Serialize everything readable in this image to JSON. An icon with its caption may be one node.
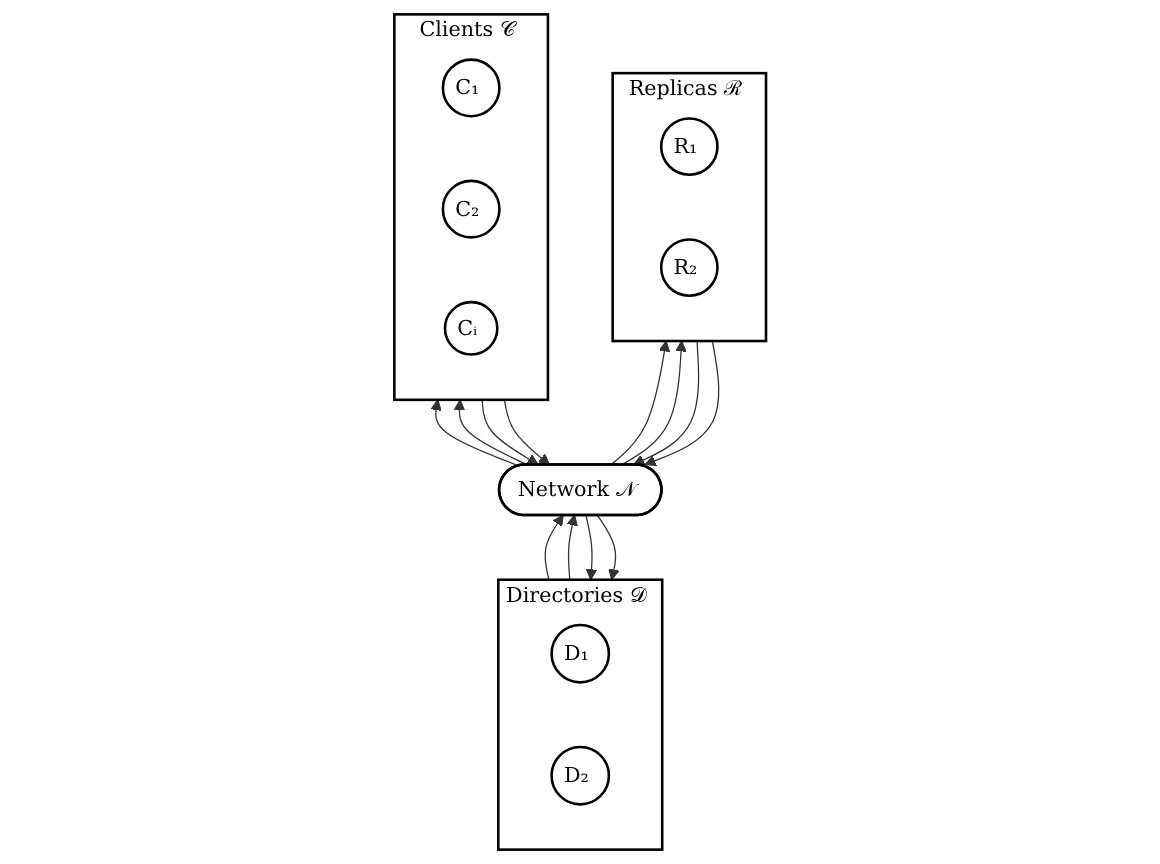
{
  "diagram": {
    "nodes": [
      {
        "text": [
          "Clients 𝒞"
        ]
      },
      {
        "text": [
          "C₁"
        ],
        "in": 0
      },
      {
        "text": [
          "C₂"
        ],
        "in": 0
      },
      {
        "text": [
          "Cᵢ"
        ],
        "in": 0
      },
      {
        "text": [
          "Network 𝒩"
        ]
      },
      {
        "text": [
          "Replicas ℛ"
        ]
      },
      {
        "text": [
          "R₁"
        ],
        "in": 5
      },
      {
        "text": [
          "R₂"
        ],
        "in": 5
      },
      {
        "text": [
          "Directories 𝒟"
        ]
      },
      {
        "text": [
          "D₁"
        ],
        "in": 8
      },
      {
        "text": [
          "D₂"
        ],
        "in": 8
      }
    ],
    "edges": [
      {
        "from": 4,
        "to": 0,
        "arrow": "to"
      },
      {
        "from": 0,
        "to": 4,
        "arrow": "to"
      },
      {
        "from": 4,
        "to": 0,
        "arrow": "to"
      },
      {
        "from": 0,
        "to": 4,
        "arrow": "to"
      },
      {
        "from": 5,
        "to": 4,
        "arrow": "to"
      },
      {
        "from": 4,
        "to": 5,
        "arrow": "to"
      },
      {
        "from": 4,
        "to": 5,
        "arrow": "to"
      },
      {
        "from": 5,
        "to": 4,
        "arrow": "to"
      },
      {
        "from": 8,
        "to": 4,
        "arrow": "to"
      },
      {
        "from": 4,
        "to": 8,
        "arrow": "to"
      },
      {
        "from": 8,
        "to": 4,
        "arrow": "to"
      },
      {
        "from": 4,
        "to": 8,
        "arrow": "to"
      }
    ]
  }
}
